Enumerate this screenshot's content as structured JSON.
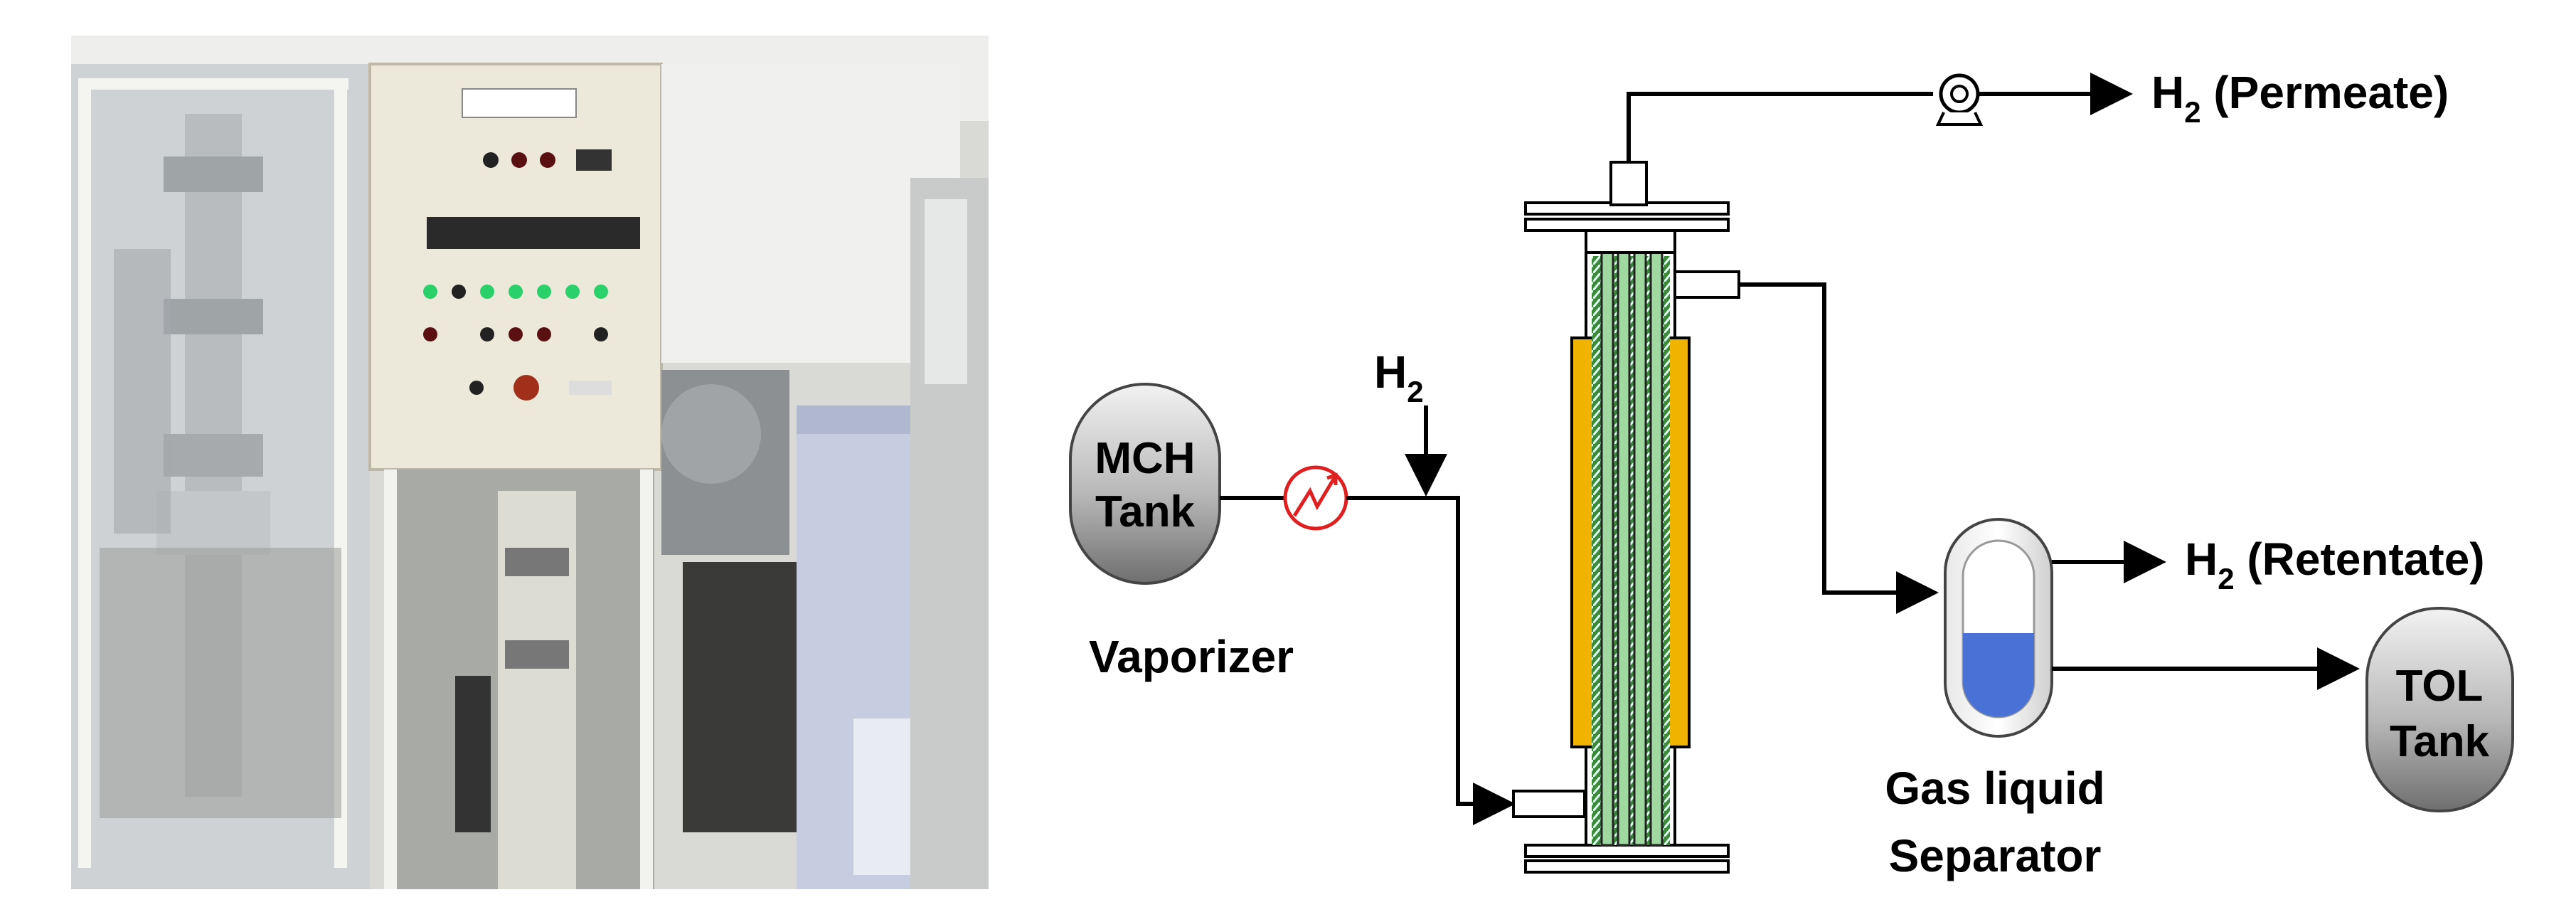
{
  "photo": {
    "caption": ""
  },
  "labels": {
    "h2_feed": "H",
    "h2_feed_sub": "2",
    "mch_tank_line1": "MCH",
    "mch_tank_line2": "Tank",
    "vaporizer": "Vaporizer",
    "permeate_h": "H",
    "permeate_sub": "2",
    "permeate_rest": " (Permeate)",
    "retentate_h": "H",
    "retentate_sub": "2",
    "retentate_rest": " (Retentate)",
    "separator_line1": "Gas liquid",
    "separator_line2": "Separator",
    "tol_tank_line1": "TOL",
    "tol_tank_line2": "Tank"
  },
  "colors": {
    "heater": "#f0b400",
    "membrane_tube": "#8fd08f",
    "liquid": "#4a72d6",
    "vaporizer_ring": "#e02020",
    "tank_fill": "#bdbdbd"
  },
  "icons": {
    "pump": "pump-icon",
    "vaporizer": "vaporizer-icon"
  }
}
